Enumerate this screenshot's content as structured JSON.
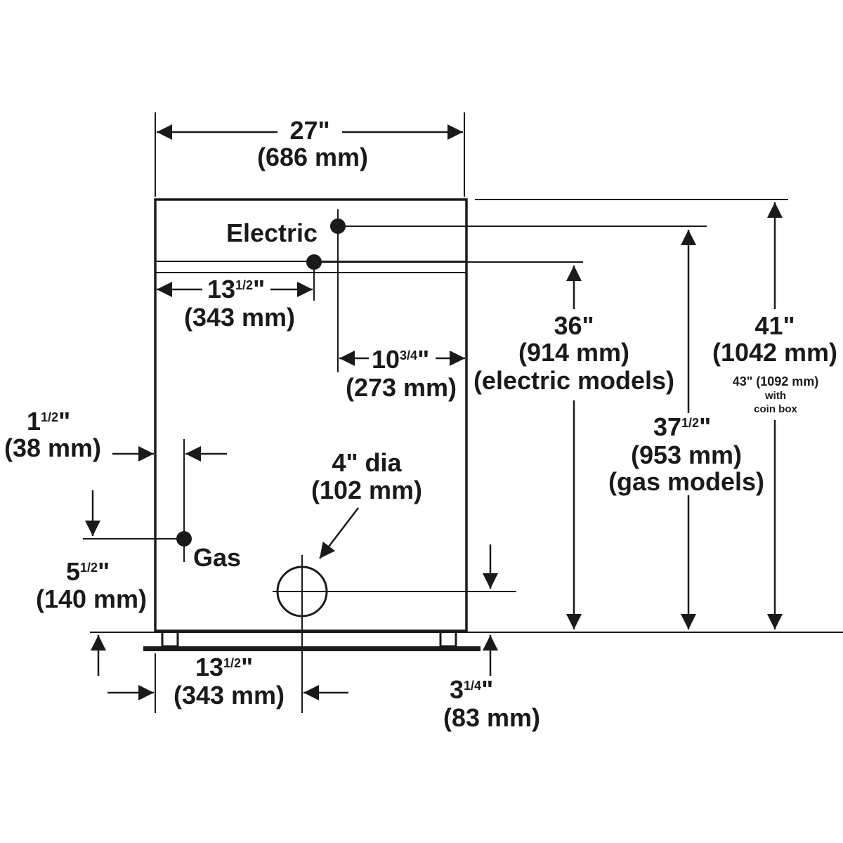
{
  "colors": {
    "ink": "#1a1a1a",
    "background": "#ffffff"
  },
  "labels": {
    "width_in": "27\"",
    "width_mm": "(686 mm)",
    "electric": "Electric",
    "elec_left_in_whole": "13",
    "elec_left_in_frac": "1/2",
    "elec_left_in_mark": "\"",
    "elec_left_mm": "(343 mm)",
    "elec_right_in_whole": "10",
    "elec_right_in_frac": "3/4",
    "elec_right_in_mark": "\"",
    "elec_right_mm": "(273 mm)",
    "h36_in": "36\"",
    "h36_mm": "(914 mm)",
    "h36_note": "(electric models)",
    "h375_in_whole": "37",
    "h375_in_frac": "1/2",
    "h375_in_mark": "\"",
    "h375_mm": "(953 mm)",
    "h375_note": "(gas models)",
    "h41_in": "41\"",
    "h41_mm": "(1042 mm)",
    "h43_line": "43\" (1092 mm)",
    "h43_with": "with",
    "h43_coin": "coin box",
    "gas_side_in_whole": "1",
    "gas_side_in_frac": "1/2",
    "gas_side_in_mark": "\"",
    "gas_side_mm": "(38 mm)",
    "vent_dia": "4\" dia",
    "vent_mm": "(102 mm)",
    "gas": "Gas",
    "gas_h_in_whole": "5",
    "gas_h_in_frac": "1/2",
    "gas_h_in_mark": "\"",
    "gas_h_mm": "(140 mm)",
    "vent_left_in_whole": "13",
    "vent_left_in_frac": "1/2",
    "vent_left_in_mark": "\"",
    "vent_left_mm": "(343 mm)",
    "vent_h_in_whole": "3",
    "vent_h_in_frac": "1/4",
    "vent_h_in_mark": "\"",
    "vent_h_mm": "(83 mm)"
  }
}
